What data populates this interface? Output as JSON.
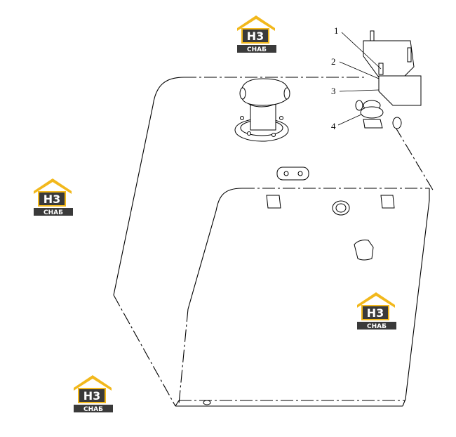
{
  "callouts": [
    {
      "label": "1"
    },
    {
      "label": "2"
    },
    {
      "label": "3"
    },
    {
      "label": "4"
    }
  ],
  "watermark": {
    "text_top": "H3",
    "text_bottom": "СНАБ",
    "color_roof": "#f2b81c",
    "color_dark": "#3a3a3a",
    "icon": "house-logo-icon"
  },
  "colors": {
    "line": "#000000",
    "background": "#ffffff"
  }
}
